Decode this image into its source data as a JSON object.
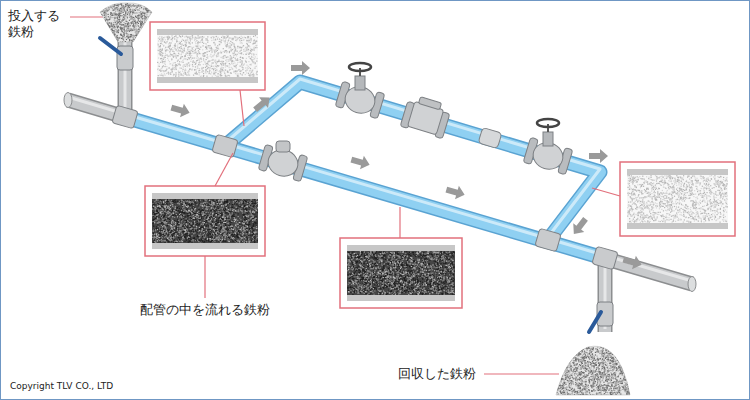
{
  "diagram": {
    "labels": [
      "投入する 鉄粉",
      "配管の中を流れる鉄粉",
      "回収した鉄粉",
      "Copyright TLV CO., LTD"
    ]
  }
}
